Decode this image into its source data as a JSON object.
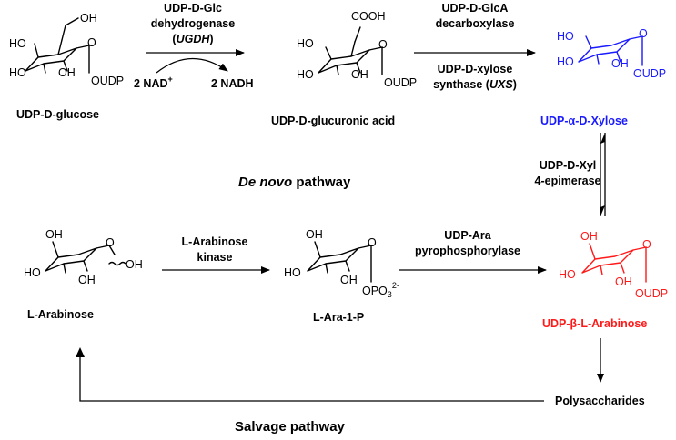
{
  "colors": {
    "xylose": "#1a1aff",
    "arabinose": "#ff1a1a",
    "default": "#000000"
  },
  "compounds": {
    "glucose": {
      "name": "UDP-D-glucose",
      "oh_top": "OH",
      "ho_left": "HO",
      "oh_mid": "OH",
      "o_ring": "O",
      "udp": "OUDP"
    },
    "glucuronic": {
      "name": "UDP-D-glucuronic acid",
      "cooh": "COOH",
      "ho_top": "HO",
      "ho_left": "HO",
      "oh_mid": "OH",
      "o_ring": "O",
      "udp": "OUDP"
    },
    "xylose": {
      "name": "UDP-α-D-Xylose",
      "ho_top": "HO",
      "ho_left": "HO",
      "oh_mid": "OH",
      "o_ring": "O",
      "udp": "OUDP"
    },
    "l_arabinose": {
      "name": "L-Arabinose",
      "oh_top": "OH",
      "ho_left": "HO",
      "oh_mid": "OH",
      "oh_right": "OH",
      "o_ring": "O"
    },
    "ara1p": {
      "name": "L-Ara-1-P",
      "oh_top": "OH",
      "ho_left": "HO",
      "oh_mid": "OH",
      "o_ring": "O",
      "phosphate": "OPO",
      "sub3": "3",
      "sup2": "2-"
    },
    "udp_arabinose": {
      "name": "UDP-β-L-Arabinose",
      "oh_top": "OH",
      "ho_left": "HO",
      "oh_mid": "OH",
      "o_ring": "O",
      "udp": "OUDP"
    },
    "polysaccharides": {
      "name": "Polysaccharides"
    }
  },
  "enzymes": {
    "ugdh": {
      "line1": "UDP-D-Glc",
      "line2": "dehydrogenase",
      "open": "(",
      "abbr": "UGDH",
      "close": ")"
    },
    "uxs": {
      "line1": "UDP-D-GlcA",
      "line2": "decarboxylase",
      "line3": "UDP-D-xylose",
      "line4a": "synthase (",
      "abbr": "UXS",
      "line4b": ")"
    },
    "epimerase": {
      "line1": "UDP-D-Xyl",
      "line2": "4-epimerase"
    },
    "kinase": {
      "line1": "L-Arabinose",
      "line2": "kinase"
    },
    "pyrophosphorylase": {
      "line1": "UDP-Ara",
      "line2": "pyrophosphorylase"
    }
  },
  "cofactors": {
    "nad": "2 NAD",
    "nad_sup": "+",
    "nadh": "2 NADH"
  },
  "pathways": {
    "de_novo_italic": "De novo",
    "de_novo_rest": " pathway",
    "salvage": "Salvage pathway"
  }
}
